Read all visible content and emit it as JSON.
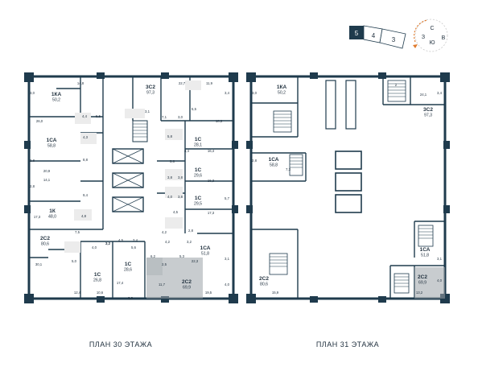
{
  "captions": {
    "left": "ПЛАН 30 ЭТАЖА",
    "right": "ПЛАН 31 ЭТАЖА"
  },
  "section_indicator": {
    "sections": [
      "5",
      "4",
      "3"
    ],
    "active": "5",
    "compass": {
      "north": "С",
      "east": "В",
      "south": "Ю",
      "west": "З"
    }
  },
  "plan30": {
    "units": [
      {
        "type": "1КА",
        "area": "50,2"
      },
      {
        "type": "3С2",
        "area": "97,3"
      },
      {
        "type": "1СА",
        "area": "58,8"
      },
      {
        "type": "1С",
        "area": "28,1"
      },
      {
        "type": "1С",
        "area": "29,6"
      },
      {
        "type": "1С",
        "area": "29,5"
      },
      {
        "type": "1К",
        "area": "48,0"
      },
      {
        "type": "2С2",
        "area": "80,6"
      },
      {
        "type": "1СА",
        "area": "51,8"
      },
      {
        "type": "1С",
        "area": "28,6"
      },
      {
        "type": "1С",
        "area": "26,8"
      },
      {
        "type": "2С2",
        "area": "69,9"
      }
    ],
    "room_labels": [
      "3,0",
      "14,8",
      "22,7",
      "11,9",
      "3,4",
      "26,0",
      "4,4",
      "5,5",
      "3,1",
      "7,1",
      "3,0",
      "5,5",
      "10,3",
      "4,3",
      "5,8",
      "4,4",
      "16,4",
      "2,8",
      "20,9",
      "8,8",
      "5,8",
      "3,8",
      "3,8",
      "16,3",
      "2,8",
      "14,1",
      "9,4",
      "4,0",
      "3,8",
      "5,7",
      "17,3",
      "4,8",
      "4,5",
      "17,3",
      "7,5",
      "4,2",
      "2,8",
      "3,2",
      "5,6",
      "4,5",
      "3,4",
      "4,2",
      "3,2",
      "5,0",
      "4,0",
      "3,2",
      "6,2",
      "2,5",
      "5,3",
      "22,3",
      "3,1",
      "30,1",
      "12,4",
      "10,6",
      "17,4",
      "3,3",
      "11,7",
      "19,5",
      "4,0"
    ]
  },
  "plan31": {
    "units": [
      {
        "type": "1КА",
        "area": "50,2"
      },
      {
        "type": "3С2",
        "area": "97,3"
      },
      {
        "type": "1СА",
        "area": "58,8"
      },
      {
        "type": "2С2",
        "area": "80,6"
      },
      {
        "type": "1СА",
        "area": "51,8"
      },
      {
        "type": "2С2",
        "area": "69,9"
      }
    ],
    "room_labels": [
      "3,0",
      "2",
      "24,1",
      "3,4",
      "2,8",
      "7,3",
      "3,1",
      "4,0",
      "15,9",
      "13,2"
    ]
  }
}
